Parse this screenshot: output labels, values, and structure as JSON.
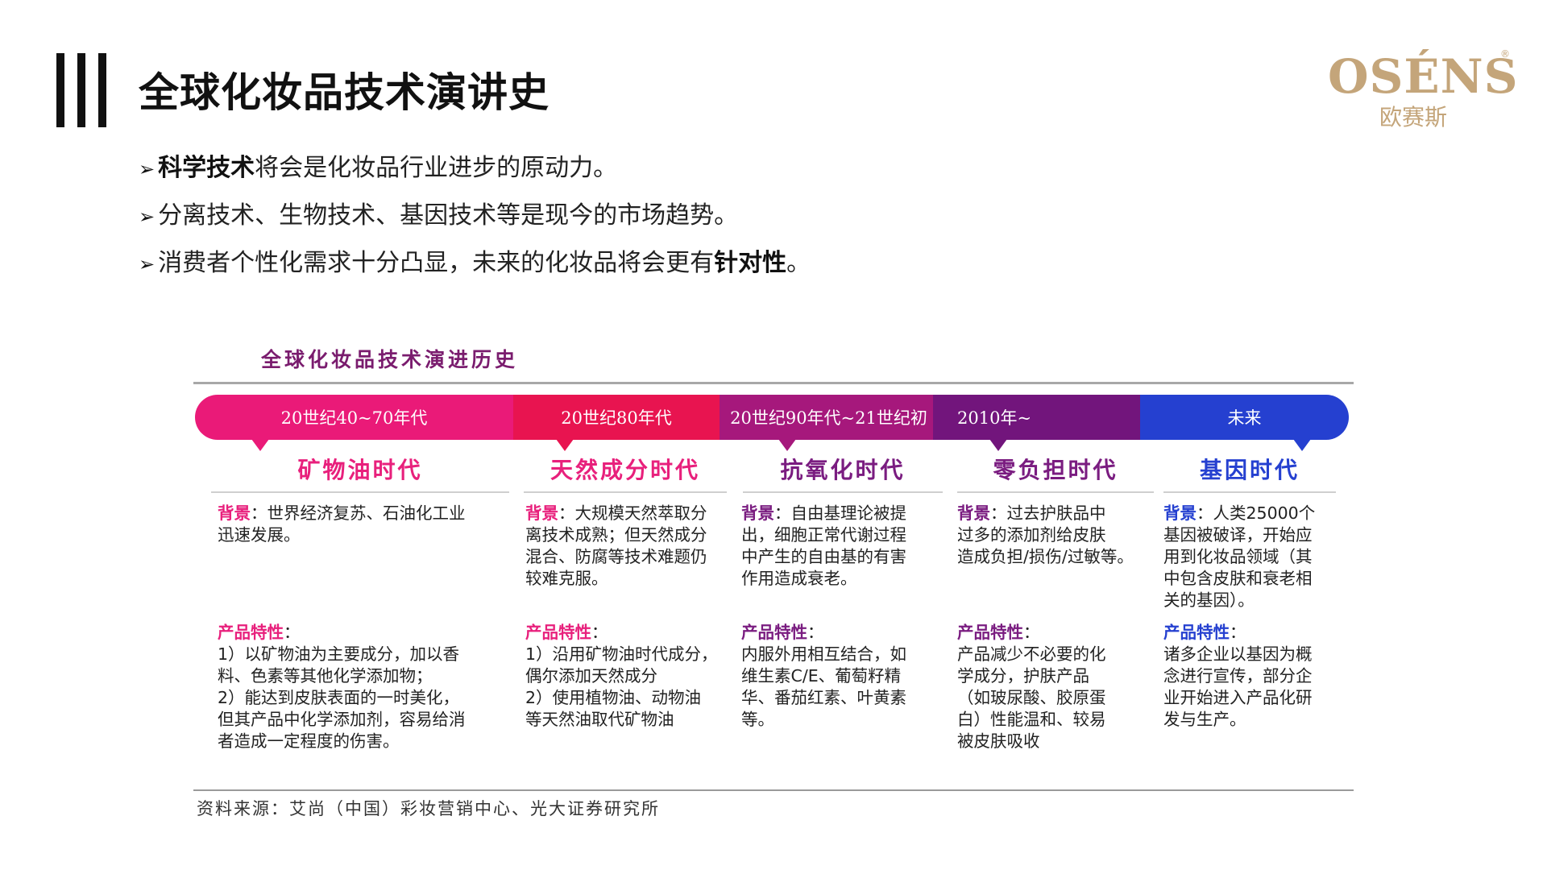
{
  "header": {
    "title": "全球化妆品技术演讲史",
    "logo": {
      "word": "OSÉNS",
      "reg": "®",
      "cn": "欧赛斯"
    }
  },
  "bullets": [
    {
      "bold_lead": "科学技术",
      "text": "将会是化妆品行业进步的原动力。",
      "bold_tail": "",
      "tail": ""
    },
    {
      "bold_lead": "",
      "text": "分离技术、生物技术、基因技术等是现今的市场趋势。",
      "bold_tail": "",
      "tail": ""
    },
    {
      "bold_lead": "",
      "text": "消费者个性化需求十分凸显，未来的化妆品将会更有",
      "bold_tail": "针对性",
      "tail": "。"
    }
  ],
  "figure": {
    "title": "全球化妆品技术演进历史",
    "source": "资料来源：艾尚（中国）彩妆营销中心、光大证券研究所",
    "colors": {
      "seg1": "#ea1a78",
      "seg2": "#e81450",
      "seg3": "#a6187c",
      "seg4": "#72157c",
      "seg5": "#2540d0",
      "era_pink": "#e8207c",
      "era_purple": "#7a1c80",
      "era_blue": "#2540d0"
    },
    "periods": [
      {
        "bar_label": "20世纪40~70年代",
        "era": "矿物油时代",
        "bg_label": "背景",
        "bg_sep": "：",
        "bg_lines": [
          "世界经济复苏、石油化工业",
          "迅速发展。"
        ],
        "feat_label": "产品特性",
        "feat_sep": "：",
        "feat_lines": [
          "1）以矿物油为主要成分，加以香",
          "料、色素等其他化学添加物；",
          "2）能达到皮肤表面的一时美化，",
          "但其产品中化学添加剂，容易给消",
          "者造成一定程度的伤害。"
        ]
      },
      {
        "bar_label": "20世纪80年代",
        "era": "天然成分时代",
        "bg_label": "背景",
        "bg_sep": "：",
        "bg_lines": [
          "大规模天然萃取分",
          "离技术成熟；但天然成分",
          "混合、防腐等技术难题仍",
          "较难克服。"
        ],
        "feat_label": "产品特性",
        "feat_sep": "：",
        "feat_lines": [
          "1）沿用矿物油时代成分，",
          "偶尔添加天然成分",
          "2）使用植物油、动物油",
          "等天然油取代矿物油"
        ]
      },
      {
        "bar_label": "20世纪90年代~21世纪初",
        "era": "抗氧化时代",
        "bg_label": "背景",
        "bg_sep": "：",
        "bg_lines": [
          "自由基理论被提",
          "出，细胞正常代谢过程",
          "中产生的自由基的有害",
          "作用造成衰老。"
        ],
        "feat_label": "产品特性",
        "feat_sep": "：",
        "feat_lines": [
          "内服外用相互结合，如",
          "维生素C/E、葡萄籽精",
          "华、番茄红素、叶黄素",
          "等。"
        ]
      },
      {
        "bar_label": "2010年~",
        "era": "零负担时代",
        "bg_label": "背景",
        "bg_sep": "：",
        "bg_lines": [
          "过去护肤品中",
          "过多的添加剂给皮肤",
          "造成负担/损伤/过敏等。"
        ],
        "feat_label": "产品特性",
        "feat_sep": "：",
        "feat_lines": [
          "产品减少不必要的化",
          "学成分，护肤产品",
          "（如玻尿酸、胶原蛋",
          "白）性能温和、较易",
          "被皮肤吸收"
        ]
      },
      {
        "bar_label": "未来",
        "era": "基因时代",
        "bg_label": "背景",
        "bg_sep": "：",
        "bg_lines": [
          "人类25000个",
          "基因被破译，开始应",
          "用到化妆品领域（其",
          "中包含皮肤和衰老相",
          "关的基因）。"
        ],
        "feat_label": "产品特性",
        "feat_sep": "：",
        "feat_lines": [
          "诸多企业以基因为概",
          "念进行宣传，部分企",
          "业开始进入产品化研",
          "发与生产。"
        ]
      }
    ]
  }
}
